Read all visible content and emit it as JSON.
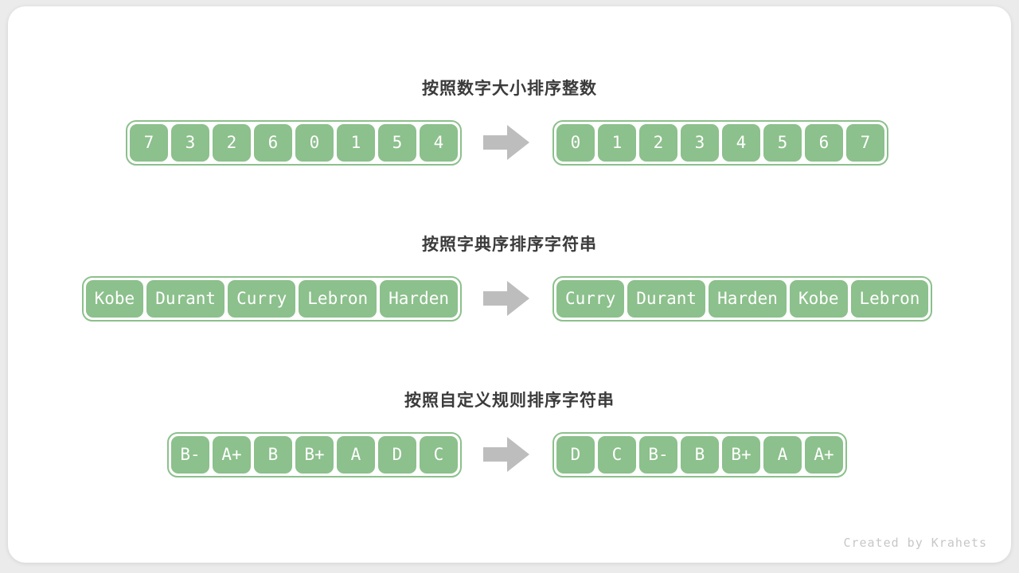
{
  "colors": {
    "page_bg": "#ebebeb",
    "card": "#ffffff",
    "green": "#8cc08c",
    "box_text": "#ffffff",
    "title_text": "#3b3b3b",
    "arrow": "#bdbdbd",
    "watermark_text": "#c7c7c7"
  },
  "icons": {
    "arrow": "right-block-arrow"
  },
  "rows": [
    {
      "title": "按照数字大小排序整数",
      "before": [
        "7",
        "3",
        "2",
        "6",
        "0",
        "1",
        "5",
        "4"
      ],
      "after": [
        "0",
        "1",
        "2",
        "3",
        "4",
        "5",
        "6",
        "7"
      ]
    },
    {
      "title": "按照字典序排序字符串",
      "before": [
        "Kobe",
        "Durant",
        "Curry",
        "Lebron",
        "Harden"
      ],
      "after": [
        "Curry",
        "Durant",
        "Harden",
        "Kobe",
        "Lebron"
      ]
    },
    {
      "title": "按照自定义规则排序字符串",
      "before": [
        "B-",
        "A+",
        "B",
        "B+",
        "A",
        "D",
        "C"
      ],
      "after": [
        "D",
        "C",
        "B-",
        "B",
        "B+",
        "A",
        "A+"
      ]
    }
  ],
  "watermark": "Created by Krahets"
}
